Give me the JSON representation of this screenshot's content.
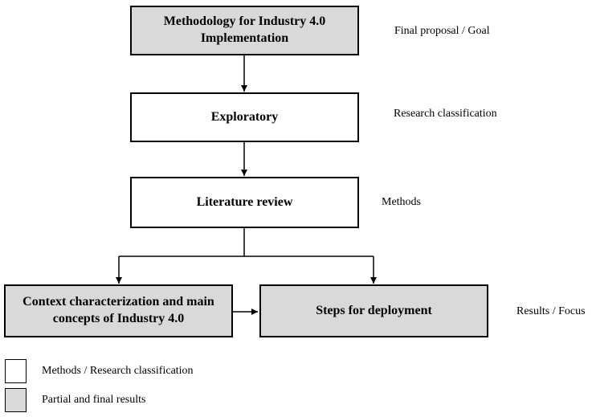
{
  "flow": {
    "boxes": [
      {
        "id": "methodology",
        "label": "Methodology for Industry 4.0 Implementation",
        "category": "result"
      },
      {
        "id": "exploratory",
        "label": "Exploratory",
        "category": "method"
      },
      {
        "id": "literature",
        "label": "Literature review",
        "category": "method"
      },
      {
        "id": "context",
        "label": "Context characterization and main concepts of Industry 4.0",
        "category": "result"
      },
      {
        "id": "steps",
        "label": "Steps for deployment",
        "category": "result"
      }
    ],
    "side_labels": [
      {
        "text": "Final proposal / Goal"
      },
      {
        "text": "Research classification"
      },
      {
        "text": "Methods"
      },
      {
        "text": "Results / Focus"
      }
    ]
  },
  "legend": {
    "items": [
      {
        "swatch": "white",
        "label": "Methods / Research classification"
      },
      {
        "swatch": "gray",
        "label": "Partial and final results"
      }
    ]
  },
  "colors": {
    "result_fill": "#d9d9d9",
    "method_fill": "#ffffff",
    "border": "#000000",
    "text": "#000000",
    "background": "#ffffff"
  }
}
